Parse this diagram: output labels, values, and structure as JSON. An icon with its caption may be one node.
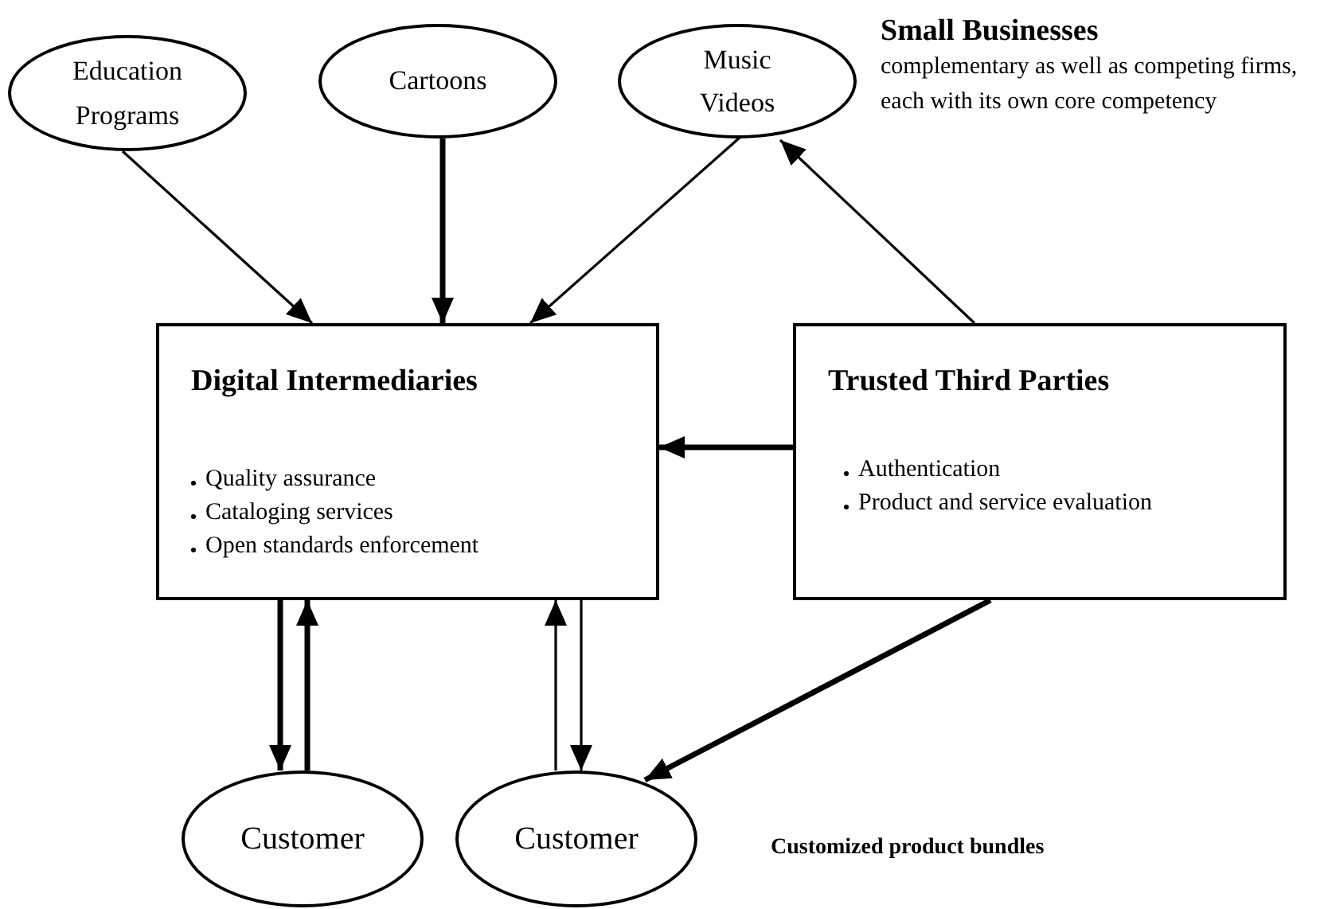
{
  "diagram": {
    "nodes": [
      {
        "text": [
          "Education Programs"
        ]
      },
      {
        "text": [
          "Cartoons"
        ]
      },
      {
        "text": [
          "Music Videos"
        ]
      },
      {
        "text": [
          "Digital Intermediaries",
          "Quality assurance",
          "Cataloging services",
          "Open standards enforcement"
        ]
      },
      {
        "text": [
          "Trusted Third Parties",
          "Authentication",
          "Product and service evaluation"
        ]
      },
      {
        "text": [
          "Customer"
        ]
      },
      {
        "text": [
          "Customer"
        ]
      }
    ],
    "edges": [
      {
        "from": 0,
        "to": 3,
        "arrow": "to"
      },
      {
        "from": 1,
        "to": 3,
        "arrow": "to",
        "style": "thick"
      },
      {
        "from": 2,
        "to": 3,
        "arrow": "to"
      },
      {
        "from": 4,
        "to": 2,
        "arrow": "to"
      },
      {
        "from": 4,
        "to": 3,
        "arrow": "to",
        "style": "thick"
      },
      {
        "from": 3,
        "to": 5,
        "arrow": "to",
        "style": "thick"
      },
      {
        "from": 5,
        "to": 3,
        "arrow": "to",
        "style": "thick"
      },
      {
        "from": 6,
        "to": 3,
        "arrow": "to"
      },
      {
        "from": 3,
        "to": 6,
        "arrow": "to"
      },
      {
        "from": 4,
        "to": 6,
        "arrow": "to",
        "style": "thick"
      }
    ],
    "labels": [
      "Small Businesses",
      "complementary as well as competing firms, each with its own core competency",
      "Customized product bundles"
    ]
  }
}
